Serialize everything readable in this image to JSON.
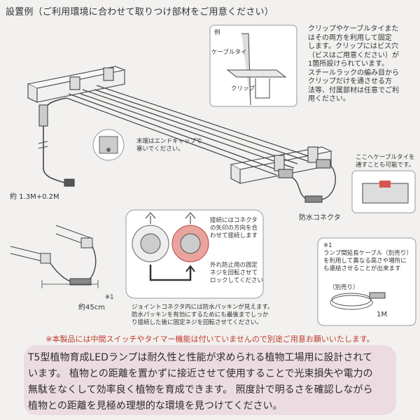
{
  "title": "設置例（ご利用環境に合わせて取りつけ部材をご用意ください）",
  "clip_example": {
    "label": "例",
    "cable_tie": "ケーブルタイ",
    "clip": "クリップ"
  },
  "right_note": "クリップやケーブルタイまた\nはその両方を利用して固定\nします。クリップにはビス穴\n（ビスはご用意ください）が\n1箇所設けられています。\nスチールラックの編み目から\nクリップだけを通させる方\n法等、付属部材は任意でご利\n用ください。",
  "end_cap_note": "末端はエンドキャップで\n塞いでください。",
  "cable_length": "約 1.3M+0.2M",
  "cable_tie_pass_note": "ここへケーブルタイを\n通すことも可能です。",
  "waterproof_connector": "防水コネクタ",
  "connector_note": "接続にはコネクタ\nの矢印の方向を合\nわせて接続します",
  "lock_note": "外れ防止用の固定\nネジを回転させて\nロックしてください",
  "packing_note": "ジョイントコネクタ内には防水パッキンが見えます。\n防水パッキンを有効にするためにも最後までしっか\nり接続した後に固定ネジを回転させてください。",
  "length_45": "約45cm",
  "mark1_left": "※1",
  "extension_note": "※1\nランプ間延長ケーブル（別売り）\nを利用して異なる高さや場所に\nも連結させることが出来ます",
  "sold_separately": "（別売り）",
  "length_1m": "1M",
  "notice": "※本製品には中間スイッチやタイマー機能は付いていませんので別途ご用意お願いいたします。",
  "description": "T5型植物育成LEDランプは耐久性と性能が求められる植物工場用に設計されて\nいます。 植物との距離を置かずに接近させて使用することで光束損失や電力の\n無駄をなくして効率良く植物を育成できます。 照度計で明るさを確認しながら\n植物との距離を見極め理想的な環境を見つけてください。",
  "colors": {
    "notice_red": "#c0392b",
    "pink_panel": "#ecdce2",
    "connector_red": "#d9534f"
  }
}
